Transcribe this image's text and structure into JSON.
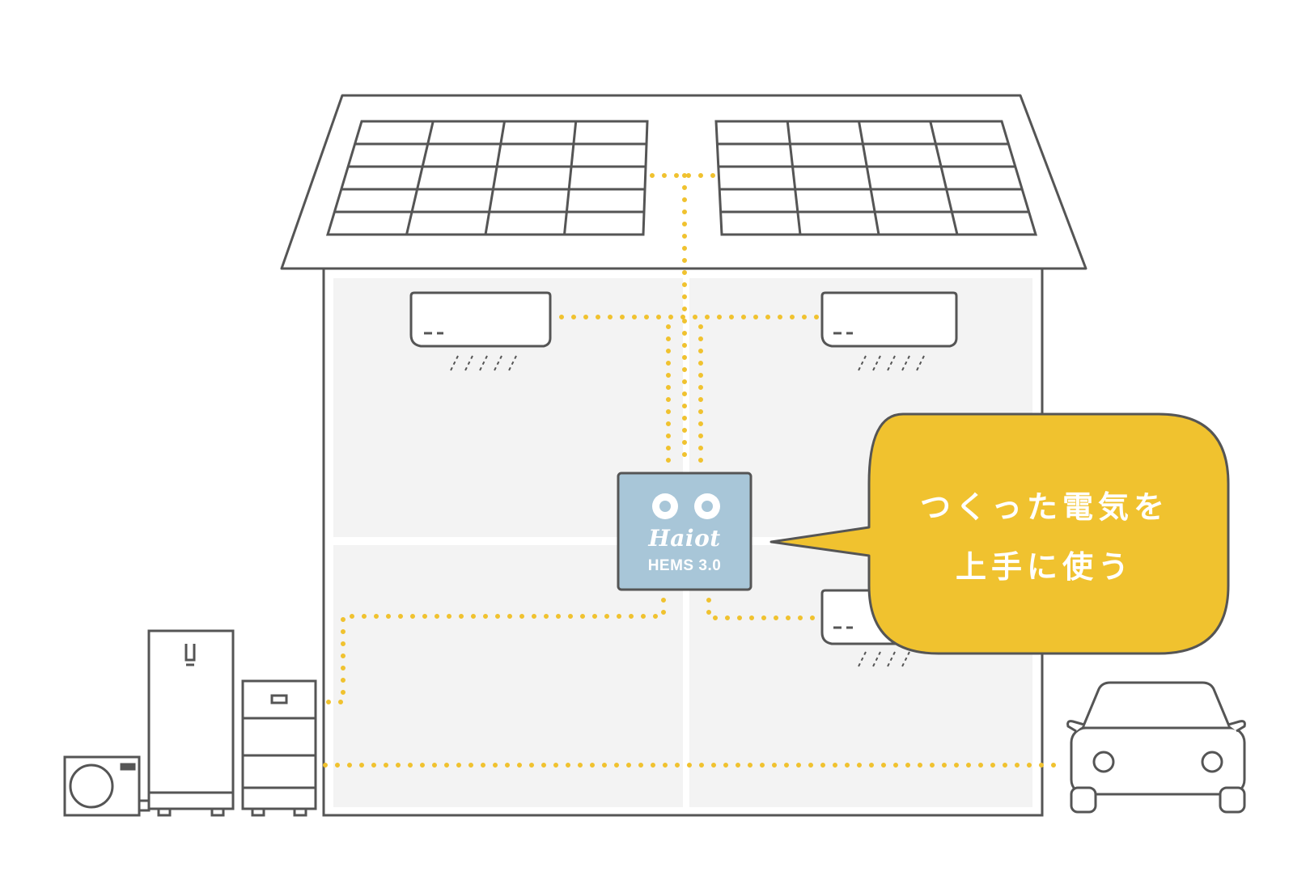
{
  "hems": {
    "brand": "Haiot",
    "model": "HEMS 3.0"
  },
  "bubble": {
    "line1": "つくった電気を",
    "line2": "上手に使う"
  },
  "colors": {
    "line": "#555555",
    "house_fill": "#f3f3f3",
    "wire": "#f0c22f",
    "hems_box": "#a8c6d8",
    "bubble": "#f0c22f"
  }
}
